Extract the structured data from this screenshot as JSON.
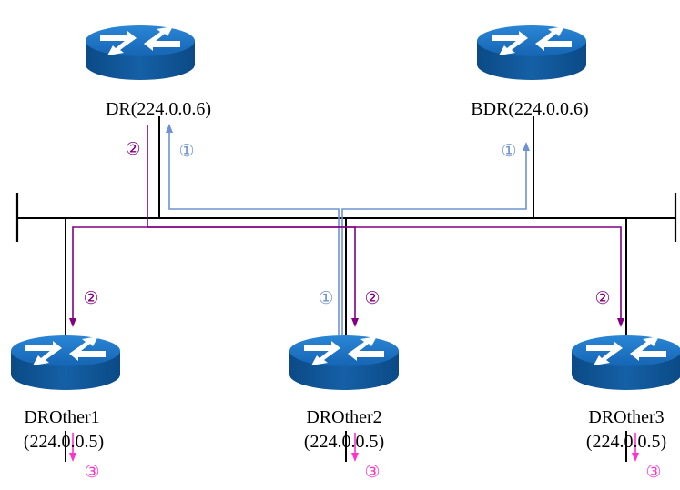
{
  "routers": {
    "dr": {
      "name": "DR(224.0.0.6)"
    },
    "bdr": {
      "name": "BDR(224.0.0.6)"
    },
    "drother1": {
      "name": "DROther1",
      "addr": "(224.0.0.5)"
    },
    "drother2": {
      "name": "DROther2",
      "addr": "(224.0.0.5)"
    },
    "drother3": {
      "name": "DROther3",
      "addr": "(224.0.0.5)"
    }
  },
  "steps": {
    "one": "①",
    "two": "②",
    "three": "③"
  },
  "colors": {
    "step1": "#6f93d2",
    "step2": "#800080",
    "step3": "#ff33cc",
    "bus": "#000000",
    "router_top": "#1b72c0",
    "router_side": "#0d4f8b"
  },
  "icons": {
    "router": "router-icon"
  }
}
